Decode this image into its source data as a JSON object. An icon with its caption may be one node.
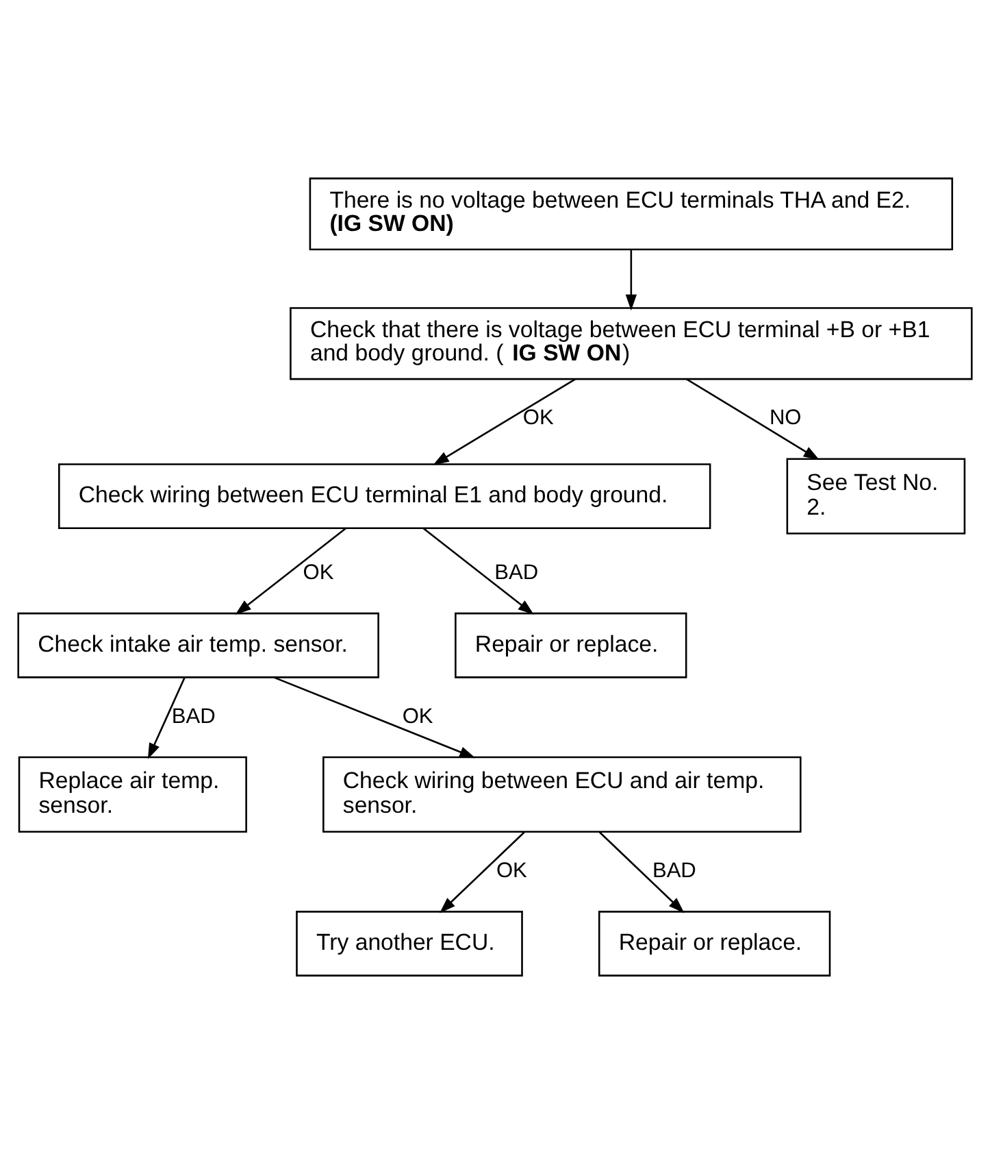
{
  "diagram": {
    "nodes": [
      {
        "text": [
          "There is no voltage between ECU terminals THA and E2.",
          "**(IG SW ON)**"
        ]
      },
      {
        "text": [
          "Check that there is voltage between ECU terminal +B or +B1 and body ground. (**IG SW ON**)"
        ]
      },
      {
        "text": [
          "See Test No. 2."
        ]
      },
      {
        "text": [
          "Check wiring between ECU terminal E1 and body ground."
        ]
      },
      {
        "text": [
          "Check intake air temp. sensor."
        ]
      },
      {
        "text": [
          "Repair or replace."
        ]
      },
      {
        "text": [
          "Replace air temp. sensor."
        ]
      },
      {
        "text": [
          "Check wiring between ECU and air temp. sensor."
        ]
      },
      {
        "text": [
          "Try another ECU."
        ]
      },
      {
        "text": [
          "Repair or replace."
        ]
      }
    ],
    "edges": [
      {
        "from": 0,
        "to": 1,
        "arrow": "to"
      },
      {
        "from": 1,
        "to": 3,
        "label": "OK",
        "arrow": "to"
      },
      {
        "from": 1,
        "to": 2,
        "label": "NO",
        "arrow": "to"
      },
      {
        "from": 3,
        "to": 4,
        "label": "OK",
        "arrow": "to"
      },
      {
        "from": 3,
        "to": 5,
        "label": "BAD",
        "arrow": "to"
      },
      {
        "from": 4,
        "to": 6,
        "label": "BAD",
        "arrow": "to"
      },
      {
        "from": 4,
        "to": 7,
        "label": "OK",
        "arrow": "to"
      },
      {
        "from": 7,
        "to": 8,
        "label": "OK",
        "arrow": "to"
      },
      {
        "from": 7,
        "to": 9,
        "label": "BAD",
        "arrow": "to"
      }
    ]
  }
}
